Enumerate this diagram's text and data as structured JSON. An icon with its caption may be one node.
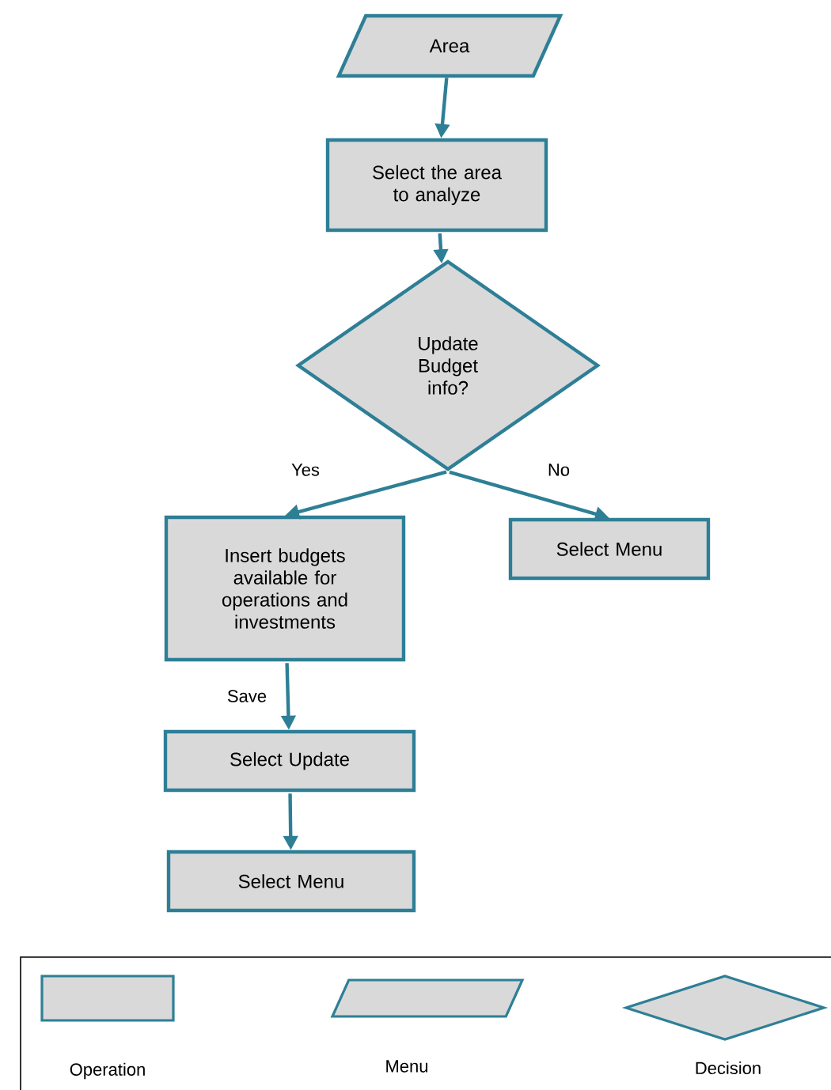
{
  "diagram": {
    "nodes": [
      {
        "text": [
          "Area"
        ]
      },
      {
        "text": [
          "Select the area to analyze"
        ]
      },
      {
        "text": [
          "Update Budget info?"
        ]
      },
      {
        "text": [
          "Insert budgets available for operations and investments"
        ]
      },
      {
        "text": [
          "Select Menu"
        ]
      },
      {
        "text": [
          "Select Update"
        ]
      },
      {
        "text": [
          "Select Menu"
        ]
      }
    ],
    "edges": [
      {
        "from": 0,
        "to": 1,
        "arrow": "to"
      },
      {
        "from": 1,
        "to": 2,
        "arrow": "to"
      },
      {
        "from": 2,
        "to": 3,
        "arrow": "to",
        "label": "Yes"
      },
      {
        "from": 2,
        "to": 4,
        "arrow": "to",
        "label": "No"
      },
      {
        "from": 3,
        "to": 5,
        "arrow": "to",
        "label": "Save"
      },
      {
        "from": 5,
        "to": 6,
        "arrow": "to"
      }
    ],
    "legend": [
      {
        "text": "Operation"
      },
      {
        "text": "Menu"
      },
      {
        "text": "Decision"
      }
    ]
  }
}
